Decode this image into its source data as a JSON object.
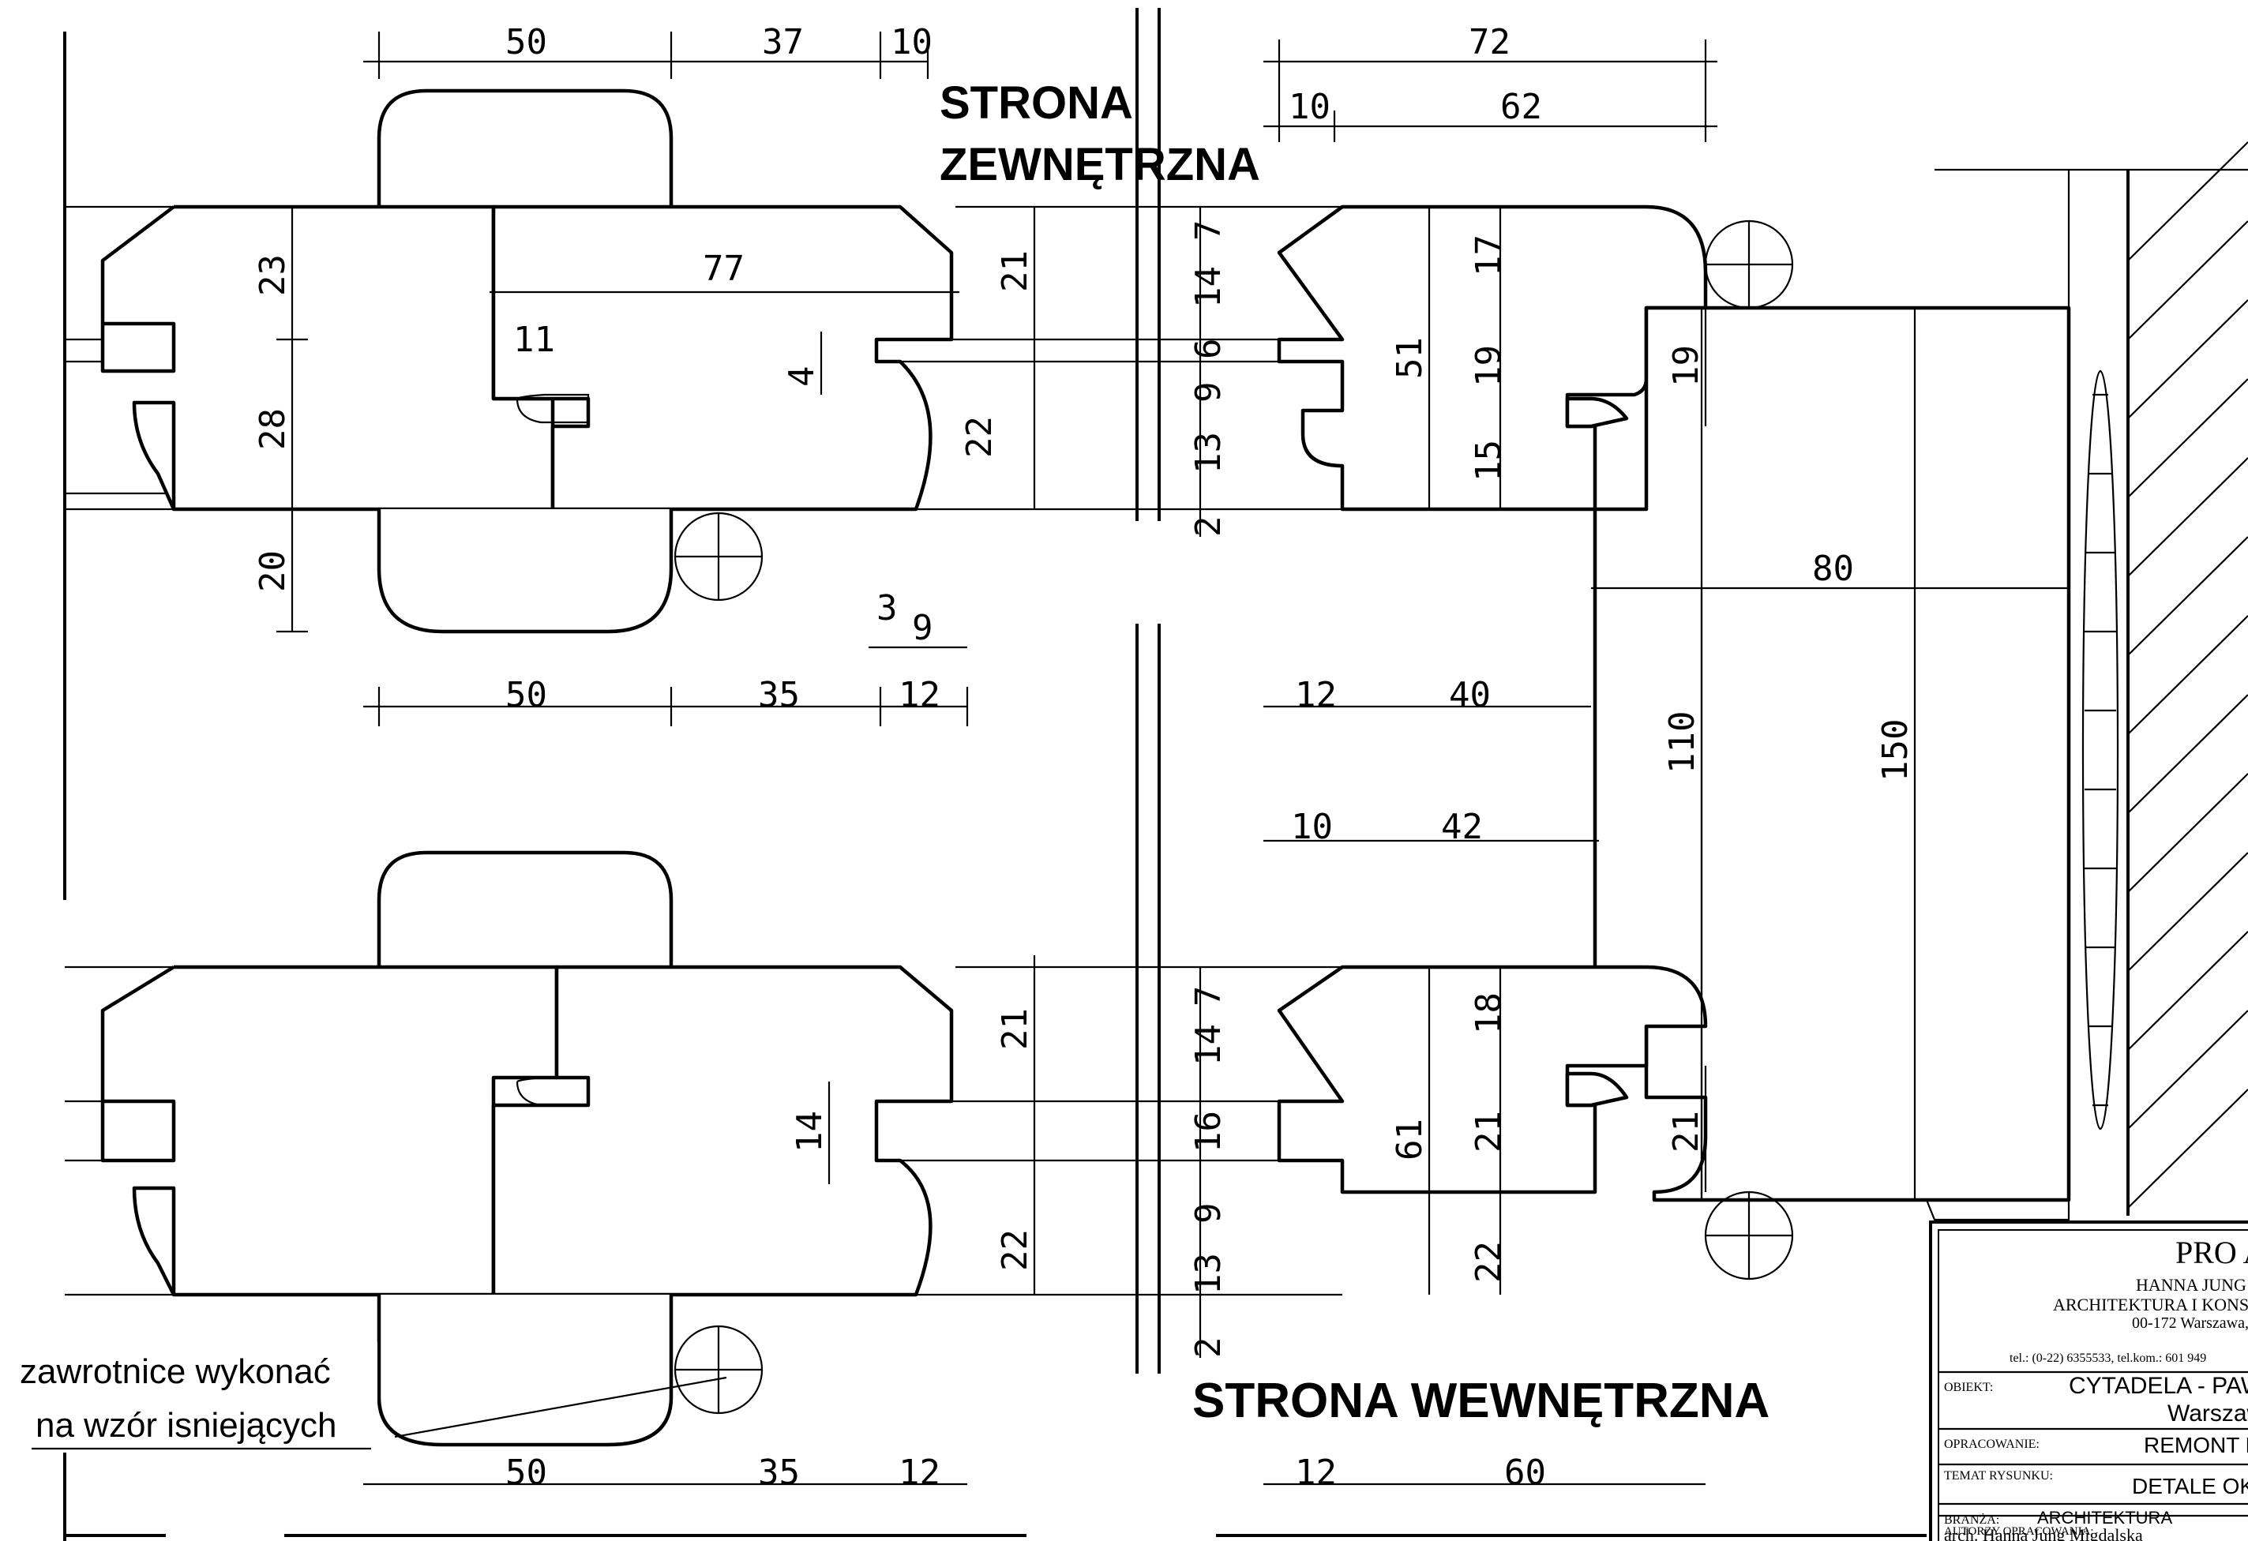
{
  "labels": {
    "outside": [
      "STRONA",
      "ZEWNĘTRZNA"
    ],
    "inside": "STRONA WEWNĘTRZNA",
    "note": [
      "zawrotnice wykonać",
      "na wzór isniejących"
    ]
  },
  "dims": {
    "top_left": [
      "50",
      "37",
      "10",
      "77",
      "11",
      "4",
      "23",
      "28",
      "20",
      "21",
      "22",
      "3",
      "9",
      "50",
      "35",
      "12"
    ],
    "top_right": [
      "72",
      "10",
      "62",
      "7",
      "14",
      "6",
      "9",
      "13",
      "2",
      "17",
      "19",
      "15",
      "51",
      "19",
      "80",
      "110",
      "150",
      "12",
      "40",
      "10",
      "42"
    ],
    "bottom_left": [
      "14",
      "21",
      "22",
      "50",
      "35",
      "12"
    ],
    "bottom_right": [
      "7",
      "14",
      "16",
      "9",
      "13",
      "2",
      "18",
      "21",
      "22",
      "61",
      "21",
      "12",
      "60"
    ]
  },
  "title_block": {
    "firm": "PRO A",
    "firm_line1": "HANNA JUNG",
    "firm_line2": "ARCHITEKTURA I KONS",
    "firm_addr": "00-172 Warszawa,",
    "firm_tel": "tel.: (0-22) 6355533, tel.kom.: 601 949",
    "obiekt_label": "OBIEKT:",
    "obiekt_value": "CYTADELA - PAWIL",
    "obiekt_city": "Warszaw",
    "opracowanie_label": "OPRACOWANIE:",
    "opracowanie_value": "REMONT EL",
    "temat_label": "TEMAT RYSUNKU:",
    "temat_value": "DETALE OKN",
    "branza_label": "BRANŻA:",
    "branza_value": "ARCHITEKTURA",
    "autorzy_label": "AUTORZY OPRACOWANIA:",
    "autorzy_value": "arch. Hanna Jung Migdalska"
  }
}
